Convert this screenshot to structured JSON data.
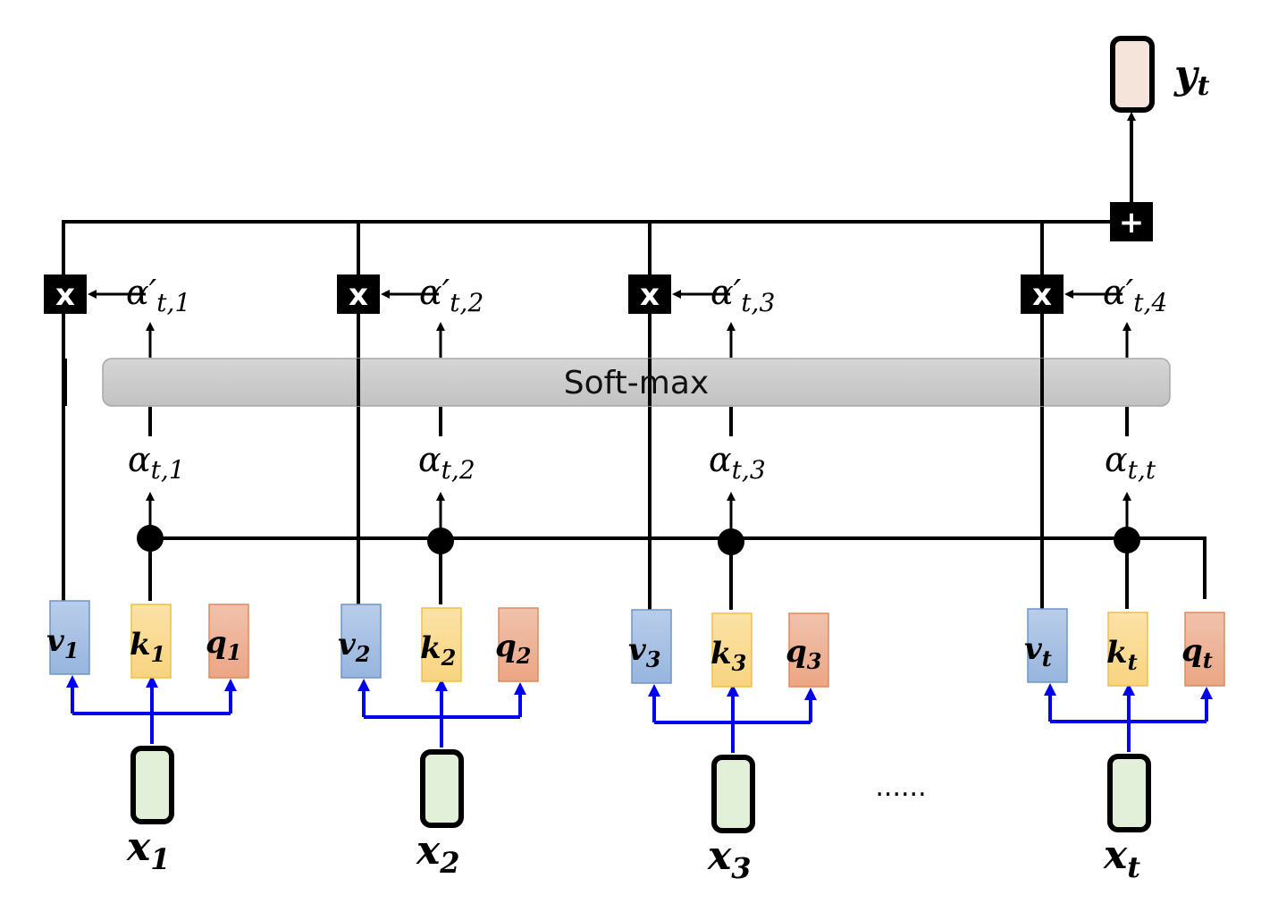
{
  "softmax_label": "Soft-max",
  "output": {
    "symbol": "y",
    "subscript": "t",
    "fill": "#f5e4da"
  },
  "sum_operator": "+",
  "multiply_operator": "x",
  "ellipsis": "......",
  "colors": {
    "value": "#a4bfe2",
    "key": "#f9d98f",
    "query": "#eeae92",
    "input": "#e2efd9",
    "input_arrows": "#0000ee",
    "softmax": "#cccccc"
  },
  "columns": [
    {
      "input": {
        "symbol": "x",
        "sub": "1"
      },
      "v": {
        "symbol": "v",
        "sub": "1"
      },
      "k": {
        "symbol": "k",
        "sub": "1"
      },
      "q": {
        "symbol": "q",
        "sub": "1"
      },
      "alpha": {
        "symbol": "α",
        "sub": "t,1"
      },
      "alpha_prime": {
        "symbol": "α′",
        "sub": "t,1"
      }
    },
    {
      "input": {
        "symbol": "x",
        "sub": "2"
      },
      "v": {
        "symbol": "v",
        "sub": "2"
      },
      "k": {
        "symbol": "k",
        "sub": "2"
      },
      "q": {
        "symbol": "q",
        "sub": "2"
      },
      "alpha": {
        "symbol": "α",
        "sub": "t,2"
      },
      "alpha_prime": {
        "symbol": "α′",
        "sub": "t,2"
      }
    },
    {
      "input": {
        "symbol": "x",
        "sub": "3"
      },
      "v": {
        "symbol": "v",
        "sub": "3"
      },
      "k": {
        "symbol": "k",
        "sub": "3"
      },
      "q": {
        "symbol": "q",
        "sub": "3"
      },
      "alpha": {
        "symbol": "α",
        "sub": "t,3"
      },
      "alpha_prime": {
        "symbol": "α′",
        "sub": "t,3"
      }
    },
    {
      "input": {
        "symbol": "x",
        "sub": "t"
      },
      "v": {
        "symbol": "v",
        "sub": "t"
      },
      "k": {
        "symbol": "k",
        "sub": "t"
      },
      "q": {
        "symbol": "q",
        "sub": "t"
      },
      "alpha": {
        "symbol": "α",
        "sub": "t,t"
      },
      "alpha_prime": {
        "symbol": "α′",
        "sub": "t,4"
      }
    }
  ]
}
